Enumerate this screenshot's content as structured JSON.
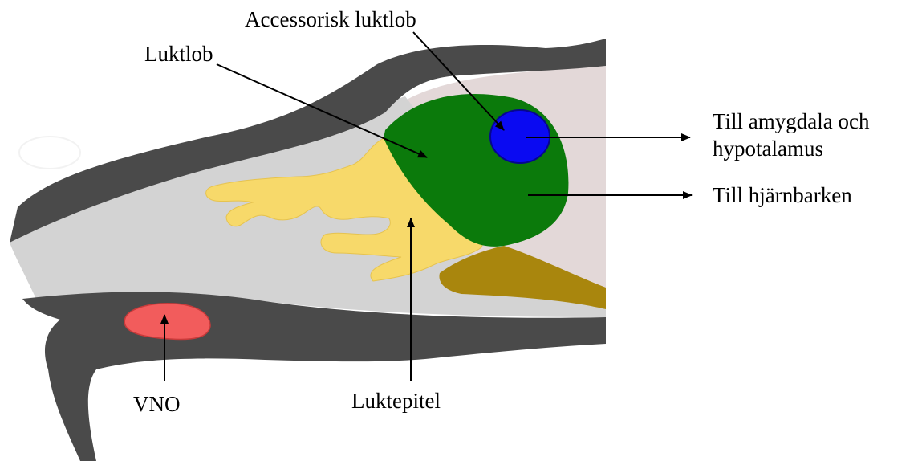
{
  "labels": {
    "accessory_olfactory_bulb": "Accessorisk luktlob",
    "olfactory_bulb": "Luktlob",
    "to_amygdala_line1": "Till amygdala och",
    "to_amygdala_line2": "hypotalamus",
    "to_cortex": "Till hjärnbarken",
    "vno": "VNO",
    "olfactory_epithelium": "Luktepitel"
  },
  "colors": {
    "skull": "#4a4a4a",
    "nasal_cavity": "#d3d3d3",
    "brain_region": "#e3d8d8",
    "olfactory_epithelium": "#f7d96a",
    "olfactory_bulb": "#0b7a0b",
    "accessory_olfactory_bulb": "#0a0af2",
    "vno": "#f25c5c",
    "brain_tissue": "#a9860d",
    "arrows": "#000000"
  }
}
